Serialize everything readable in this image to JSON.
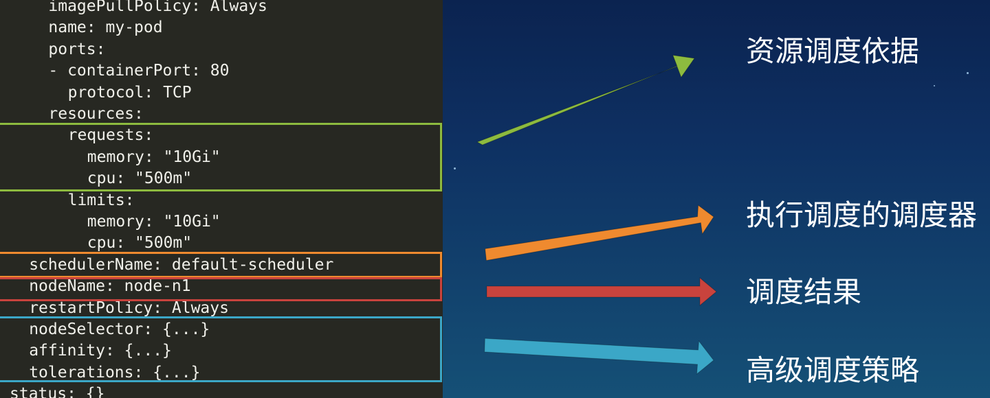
{
  "code": {
    "lines": [
      {
        "indent": "    ",
        "text": "imagePullPolicy: Always"
      },
      {
        "indent": "    ",
        "text": "name: my-pod"
      },
      {
        "indent": "    ",
        "text": "ports:"
      },
      {
        "indent": "    ",
        "text": "- containerPort: 80"
      },
      {
        "indent": "      ",
        "text": "protocol: TCP"
      },
      {
        "indent": "    ",
        "text": "resources:"
      },
      {
        "indent": "      ",
        "text": "requests:"
      },
      {
        "indent": "        ",
        "text": "memory: \"10Gi\""
      },
      {
        "indent": "        ",
        "text": "cpu: \"500m\""
      },
      {
        "indent": "      ",
        "text": "limits:"
      },
      {
        "indent": "        ",
        "text": "memory: \"10Gi\""
      },
      {
        "indent": "        ",
        "text": "cpu: \"500m\""
      },
      {
        "indent": "  ",
        "text": "schedulerName: default-scheduler"
      },
      {
        "indent": "  ",
        "text": "nodeName: node-n1"
      },
      {
        "indent": "  ",
        "text": "restartPolicy: Always"
      },
      {
        "indent": "  ",
        "text": "nodeSelector: {...}"
      },
      {
        "indent": "  ",
        "text": "affinity: {...}"
      },
      {
        "indent": "  ",
        "text": "tolerations: {...}"
      },
      {
        "indent": "",
        "text": "status: {}"
      }
    ]
  },
  "annotations": [
    {
      "label": "资源调度依据",
      "color": "#8dbb3f"
    },
    {
      "label": "执行调度的调度器",
      "color": "#ef8a2f"
    },
    {
      "label": "调度结果",
      "color": "#c9433d"
    },
    {
      "label": "高级调度策略",
      "color": "#3ba7c7"
    }
  ],
  "colors": {
    "code_background": "#272822",
    "code_text": "#f0f0ea",
    "slide_background": "#0e3062"
  }
}
